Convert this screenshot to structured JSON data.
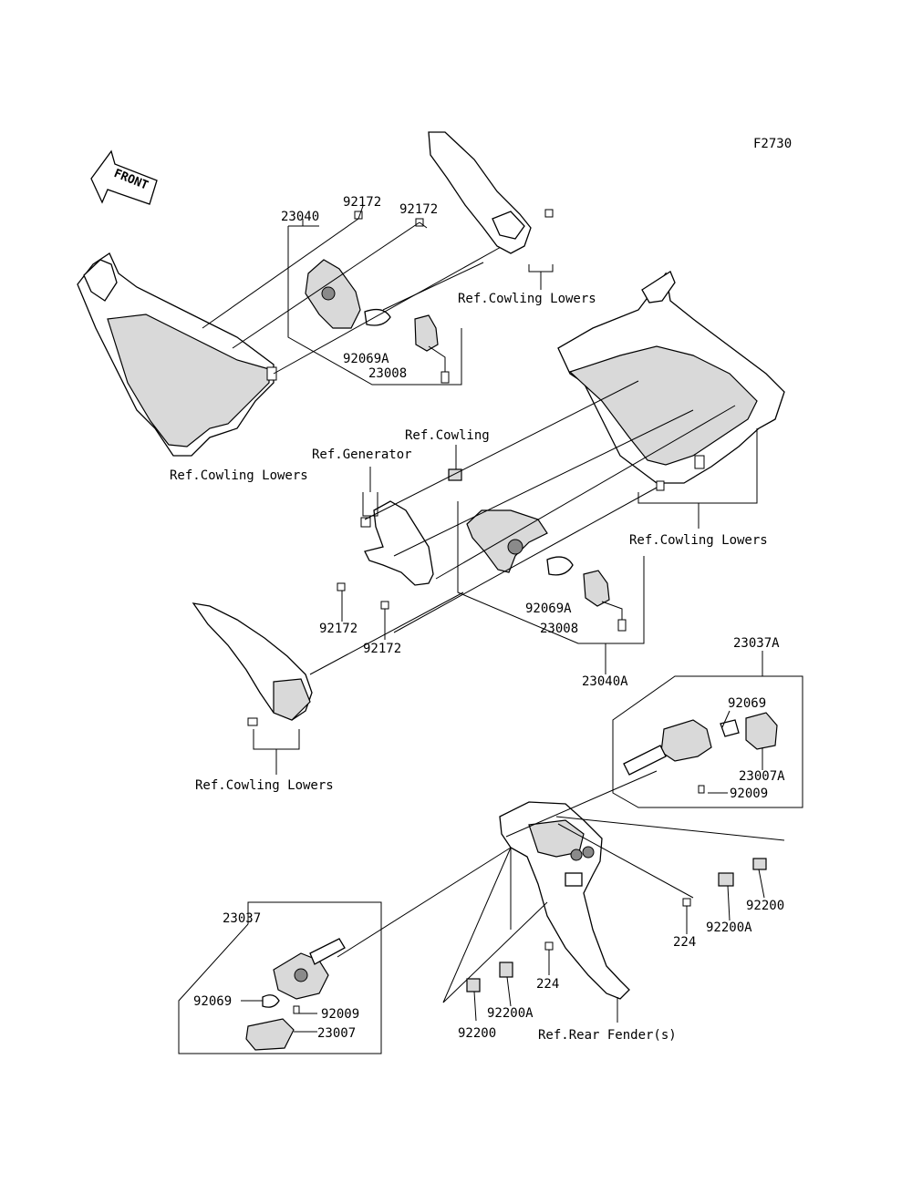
{
  "diagram_code": "F2730",
  "front_arrow_label": "FRONT",
  "labels": {
    "p23040": "23040",
    "p92172_a": "92172",
    "p92172_b": "92172",
    "p92069A_a": "92069A",
    "p23008_a": "23008",
    "ref_cowling_lowers_top": "Ref.Cowling Lowers",
    "ref_cowling_lowers_left": "Ref.Cowling Lowers",
    "ref_cowling": "Ref.Cowling",
    "ref_generator": "Ref.Generator",
    "ref_cowling_lowers_right": "Ref.Cowling Lowers",
    "p92069A_b": "92069A",
    "p23008_b": "23008",
    "p92172_c": "92172",
    "p92172_d": "92172",
    "p23040A": "23040A",
    "p23037A": "23037A",
    "p92069_a": "92069",
    "p23007A": "23007A",
    "p92009_a": "92009",
    "ref_cowling_lowers_bottom": "Ref.Cowling Lowers",
    "p92200_right": "92200",
    "p92200A_right": "92200A",
    "p224_right": "224",
    "p224_mid": "224",
    "p92200A_left": "92200A",
    "p92200_left": "92200",
    "ref_rear_fender": "Ref.Rear Fender(s)",
    "p23037": "23037",
    "p92069_b": "92069",
    "p92009_b": "92009",
    "p23007": "23007"
  }
}
